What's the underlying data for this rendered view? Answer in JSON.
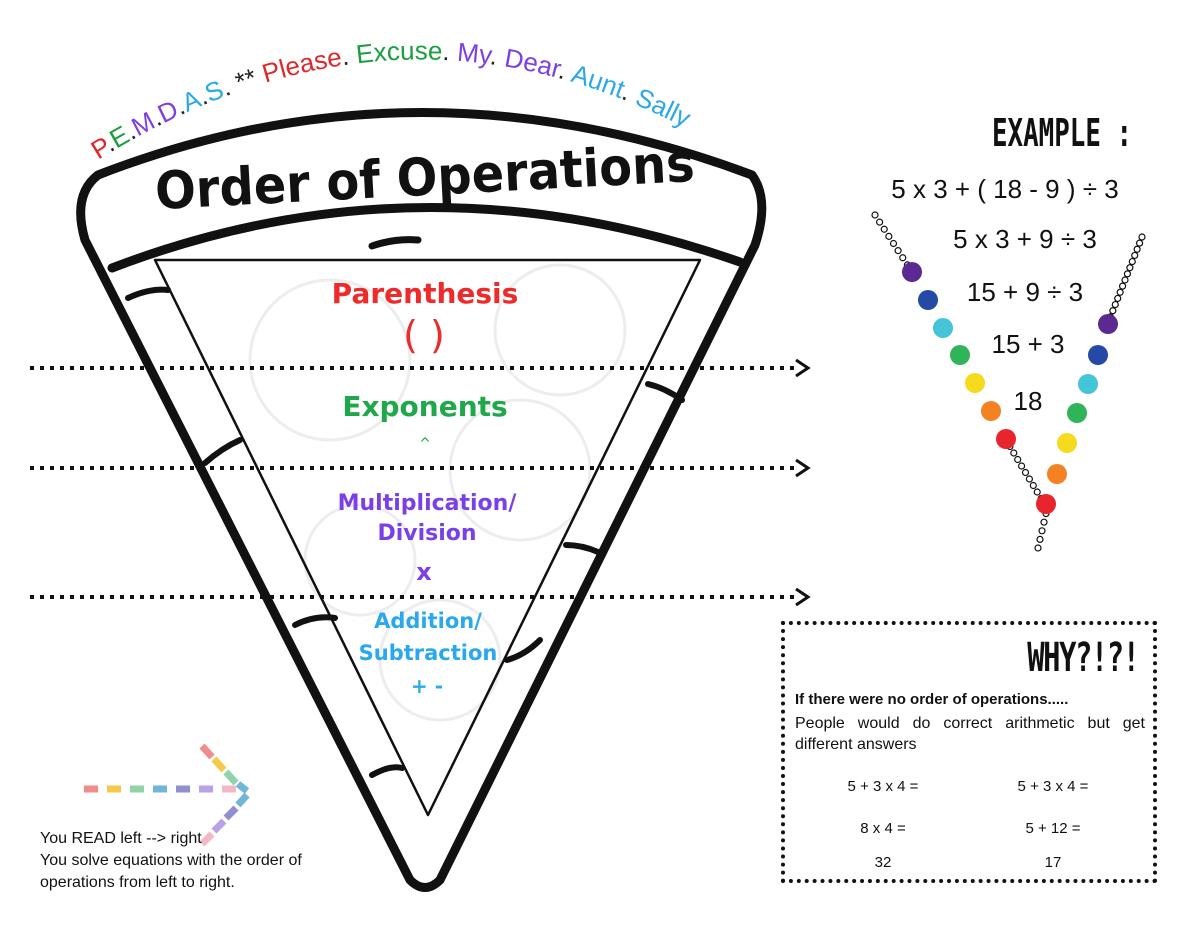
{
  "arc_mnemonic": [
    {
      "text": "P",
      "color": "#e0262b"
    },
    {
      "text": ".",
      "color": "#222222"
    },
    {
      "text": "E",
      "color": "#1a9e3f"
    },
    {
      "text": ".",
      "color": "#222222"
    },
    {
      "text": "M",
      "color": "#7b3fe4"
    },
    {
      "text": ".",
      "color": "#222222"
    },
    {
      "text": "D",
      "color": "#7b3fe4"
    },
    {
      "text": ".",
      "color": "#222222"
    },
    {
      "text": "A",
      "color": "#2aa8e8"
    },
    {
      "text": ".",
      "color": "#222222"
    },
    {
      "text": "S",
      "color": "#2aa8e8"
    },
    {
      "text": ". ** ",
      "color": "#222222"
    },
    {
      "text": "Please",
      "color": "#e0262b"
    },
    {
      "text": ". ",
      "color": "#222222"
    },
    {
      "text": "Excuse",
      "color": "#1a9e3f"
    },
    {
      "text": ". ",
      "color": "#222222"
    },
    {
      "text": "My",
      "color": "#7b3fe4"
    },
    {
      "text": ". ",
      "color": "#222222"
    },
    {
      "text": "Dear",
      "color": "#7b3fe4"
    },
    {
      "text": ". ",
      "color": "#222222"
    },
    {
      "text": "Aunt",
      "color": "#2aa8e8"
    },
    {
      "text": ". ",
      "color": "#222222"
    },
    {
      "text": "Sally",
      "color": "#2aa8e8"
    }
  ],
  "title": "Order of Operations",
  "steps": {
    "parenthesis": {
      "label": "Parenthesis",
      "symbol": "( )",
      "color": "#ee2a2a"
    },
    "exponents": {
      "label": "Exponents",
      "symbol": "^",
      "color": "#1ea84a"
    },
    "multdiv": {
      "label1": "Multiplication/",
      "label2": "Division",
      "symbol": "x",
      "color": "#7a3fe8"
    },
    "addsub": {
      "label1": "Addition/",
      "label2": "Subtraction",
      "symbol": "+ -",
      "color": "#2aa8ee"
    }
  },
  "example": {
    "heading": "EXAMPLE :",
    "lines": [
      "5 x 3 + ( 18 - 9 ) ÷ 3",
      "5 x 3 + 9 ÷ 3",
      "15 + 9 ÷ 3",
      "15 + 3",
      "18"
    ]
  },
  "bead_colors": [
    "#5b2a91",
    "#254aa5",
    "#44c3d9",
    "#2fb45a",
    "#f6da1e",
    "#f58220",
    "#e8242c"
  ],
  "why": {
    "title": "WHY?!?!",
    "question": "If there were no order of operations.....",
    "text": "People would do correct arithmetic but get different answers",
    "left_column": [
      "5 + 3 x 4 =",
      "8 x 4 =",
      "32"
    ],
    "right_column": [
      "5 + 3 x 4 =",
      "5 + 12 =",
      "17"
    ]
  },
  "bottom_note": {
    "line1": "You READ left --> right",
    "line2": "You solve equations with the order of",
    "line3": "operations from left to right."
  },
  "dash_arrow_colors": [
    "#f28b8b",
    "#f7c948",
    "#8fd3a6",
    "#6fb6d9",
    "#8f8fd1",
    "#b9a3e8",
    "#f2b8c6"
  ]
}
